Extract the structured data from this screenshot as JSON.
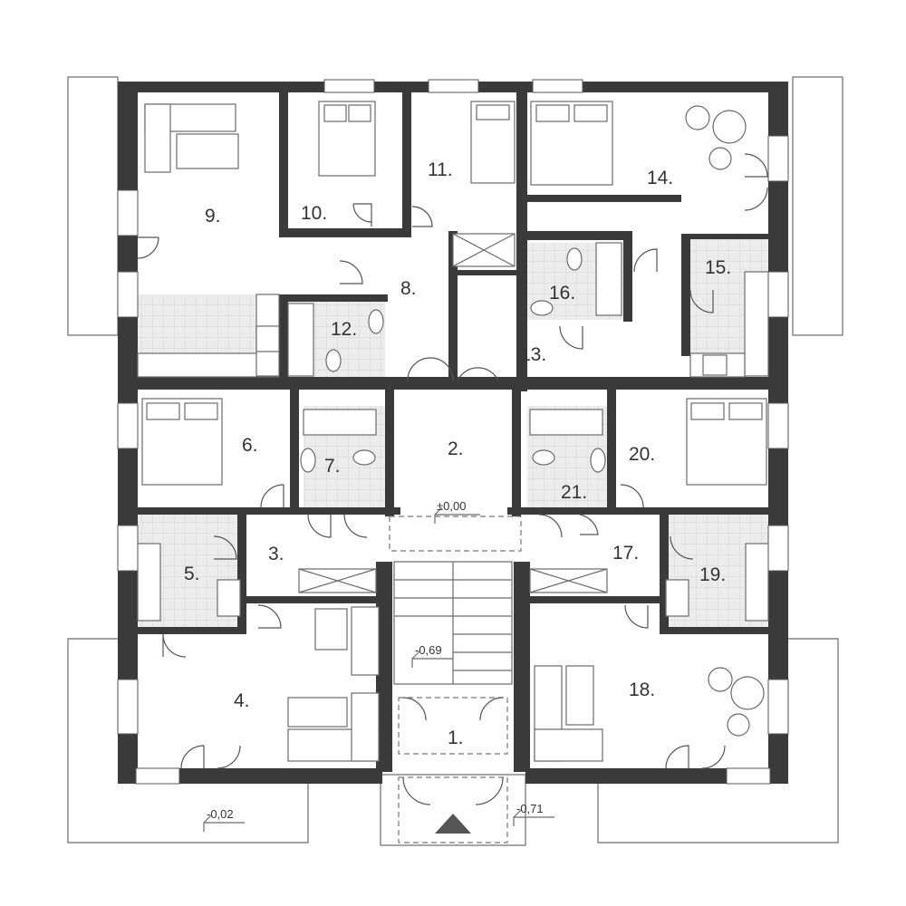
{
  "colors": {
    "wall": "#3a3a3a",
    "line": "#6a6a6a",
    "background": "#ffffff",
    "tile": "#e6e6e6"
  },
  "rooms": [
    {
      "id": "r1",
      "label": "1."
    },
    {
      "id": "r2",
      "label": "2."
    },
    {
      "id": "r3",
      "label": "3."
    },
    {
      "id": "r4",
      "label": "4."
    },
    {
      "id": "r5",
      "label": "5."
    },
    {
      "id": "r6",
      "label": "6."
    },
    {
      "id": "r7",
      "label": "7."
    },
    {
      "id": "r8",
      "label": "8."
    },
    {
      "id": "r9",
      "label": "9."
    },
    {
      "id": "r10",
      "label": "10."
    },
    {
      "id": "r11",
      "label": "11."
    },
    {
      "id": "r12",
      "label": "12."
    },
    {
      "id": "r13",
      "label": "13."
    },
    {
      "id": "r14",
      "label": "14."
    },
    {
      "id": "r15",
      "label": "15."
    },
    {
      "id": "r16",
      "label": "16."
    },
    {
      "id": "r17",
      "label": "17."
    },
    {
      "id": "r18",
      "label": "18."
    },
    {
      "id": "r19",
      "label": "19."
    },
    {
      "id": "r20",
      "label": "20."
    },
    {
      "id": "r21",
      "label": "21."
    }
  ],
  "levels": [
    {
      "id": "l1",
      "label": "±0,00"
    },
    {
      "id": "l2",
      "label": "-0,69"
    },
    {
      "id": "l3",
      "label": "-0,02"
    },
    {
      "id": "l4",
      "label": "-0,71"
    }
  ],
  "icons": [
    "entrance-arrow-icon",
    "bed-icon",
    "sofa-icon",
    "bathtub-icon",
    "toilet-icon",
    "stove-icon",
    "sink-icon",
    "table-icon",
    "staircase-icon"
  ]
}
